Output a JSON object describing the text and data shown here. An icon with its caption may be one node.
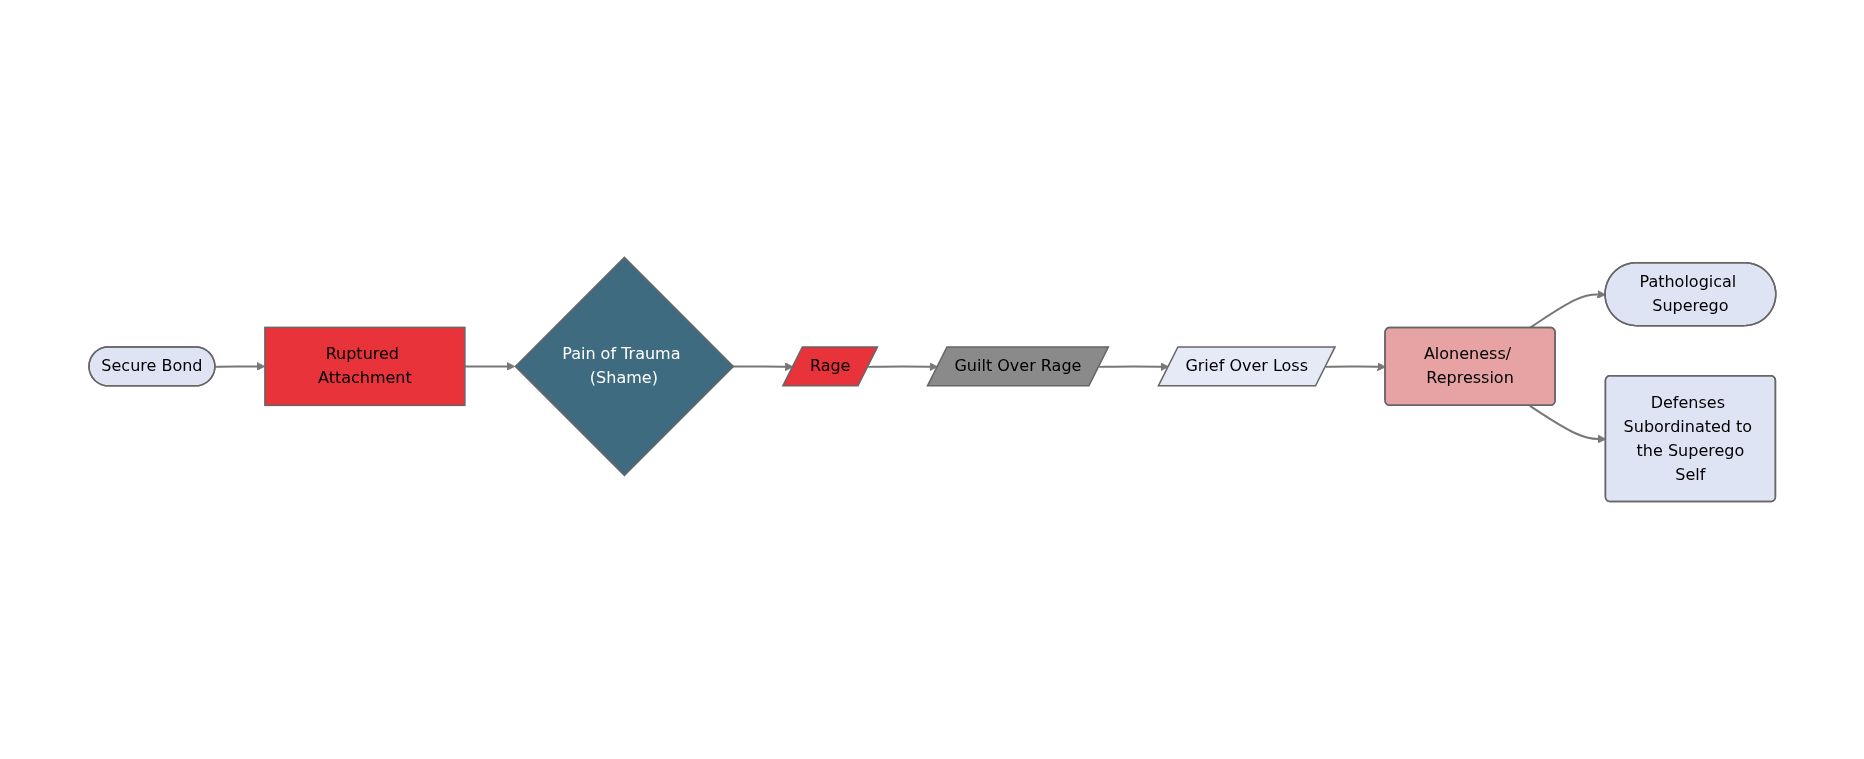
{
  "diagram": {
    "nodes": [
      {
        "text": [
          "Secure Bond"
        ]
      },
      {
        "text": [
          "Ruptured Attachment"
        ]
      },
      {
        "text": [
          "Pain of Trauma (Shame)"
        ]
      },
      {
        "text": [
          "Rage"
        ]
      },
      {
        "text": [
          "Guilt Over Rage"
        ]
      },
      {
        "text": [
          "Grief Over Loss"
        ]
      },
      {
        "text": [
          "Aloneness/ Repression"
        ]
      },
      {
        "text": [
          "Pathological Superego"
        ]
      },
      {
        "text": [
          "Defenses Subordinated to the Superego",
          "Self"
        ]
      }
    ],
    "edges": [
      {
        "from": 0,
        "to": 1,
        "arrow": "to"
      },
      {
        "from": 1,
        "to": 2,
        "arrow": "to"
      },
      {
        "from": 2,
        "to": 3,
        "arrow": "to"
      },
      {
        "from": 3,
        "to": 4,
        "arrow": "to"
      },
      {
        "from": 4,
        "to": 5,
        "arrow": "to"
      },
      {
        "from": 5,
        "to": 6,
        "arrow": "to"
      },
      {
        "from": 6,
        "to": 7,
        "arrow": "to"
      },
      {
        "from": 6,
        "to": 8,
        "arrow": "to"
      }
    ]
  }
}
